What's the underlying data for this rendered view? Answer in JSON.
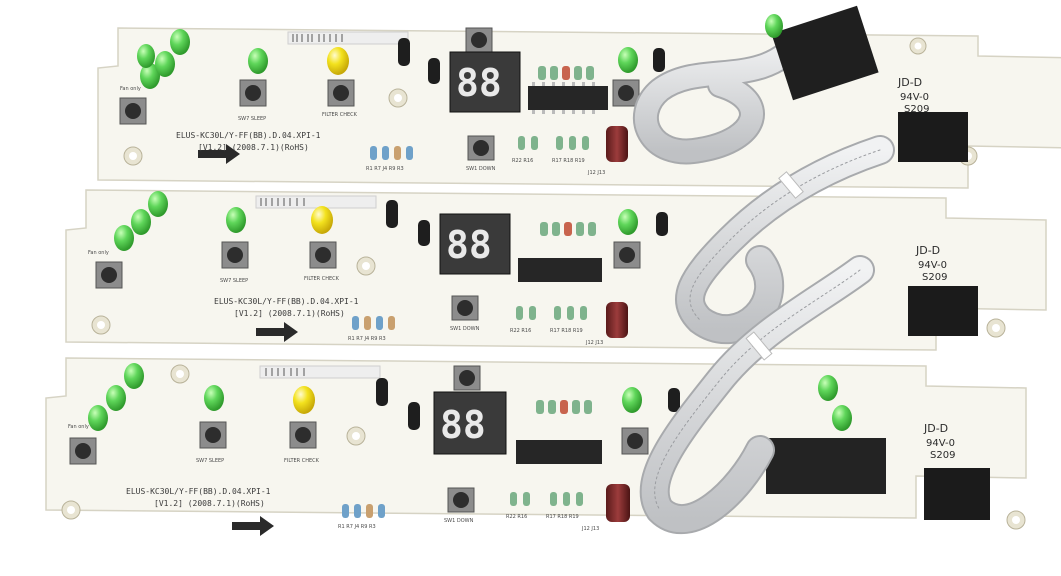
{
  "boards": [
    {
      "model": "ELUS-KC30L/Y-FF(BB).D.04.XPI-1",
      "version": "[V1.2] (2008.7.1)(RoHS)",
      "label_sleep": "SW7 SLEEP",
      "label_filter": "FILTER CHECK",
      "label_down": "SW1 DOWN",
      "label_fan": "Fan only",
      "ul_mark": "JD-D",
      "rating": "94V-0",
      "code": "S209",
      "display": "88",
      "resistor_row_left": "R1 R7 J4 R9 R3",
      "resistor_row_mid": "R22 R16",
      "resistor_row_right": "R17 R18 R19",
      "connector": "J12 J13"
    },
    {
      "model": "ELUS-KC30L/Y-FF(BB).D.04.XPI-1",
      "version": "[V1.2] (2008.7.1)(RoHS)",
      "label_sleep": "SW7 SLEEP",
      "label_filter": "FILTER CHECK",
      "label_down": "SW1 DOWN",
      "label_fan": "Fan only",
      "ul_mark": "JD-D",
      "rating": "94V-0",
      "code": "S209",
      "display": "88",
      "resistor_row_left": "R1 R7 J4 R9 R3",
      "resistor_row_mid": "R22 R16",
      "resistor_row_right": "R17 R18 R19",
      "connector": "J12 J13"
    },
    {
      "model": "ELUS-KC30L/Y-FF(BB).D.04.XPI-1",
      "version": "[V1.2] (2008.7.1)(RoHS)",
      "label_sleep": "SW7 SLEEP",
      "label_filter": "FILTER CHECK",
      "label_down": "SW1 DOWN",
      "label_fan": "Fan only",
      "ul_mark": "JD-D",
      "rating": "94V-0",
      "code": "S209",
      "display": "88",
      "resistor_row_left": "R1 R7 J4 R9 R3",
      "resistor_row_mid": "R22 R16",
      "resistor_row_right": "R17 R18 R19",
      "connector": "J12 J13"
    }
  ],
  "colors": {
    "pcb": "#f7f6ef",
    "led_green": "#5fd65a",
    "led_yellow": "#f3e21e",
    "cable": "#d9dadc",
    "ic": "#262626"
  }
}
